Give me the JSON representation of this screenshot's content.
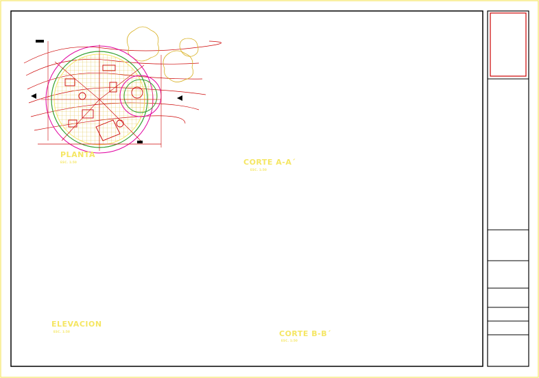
{
  "sheet": {
    "background": "#ffffff",
    "frame_color": "#f5e663",
    "line_color": "#000000"
  },
  "views": {
    "plan": {
      "title": "PLANTA",
      "scale": "ESC. 1:50"
    },
    "section_a": {
      "title": "CORTE A-A´",
      "scale": "ESC. 1:50"
    },
    "elevation": {
      "title": "ELEVACION",
      "scale": "ESC. 1:50"
    },
    "section_b": {
      "title": "CORTE B-B´",
      "scale": "ESC. 1:50"
    }
  },
  "colors": {
    "red": "#cc0000",
    "magenta": "#e000a0",
    "yellow": "#f5e663",
    "gold": "#d8b020",
    "green": "#30a030",
    "gray": "#9a9a9a",
    "blue": "#2040ff"
  }
}
